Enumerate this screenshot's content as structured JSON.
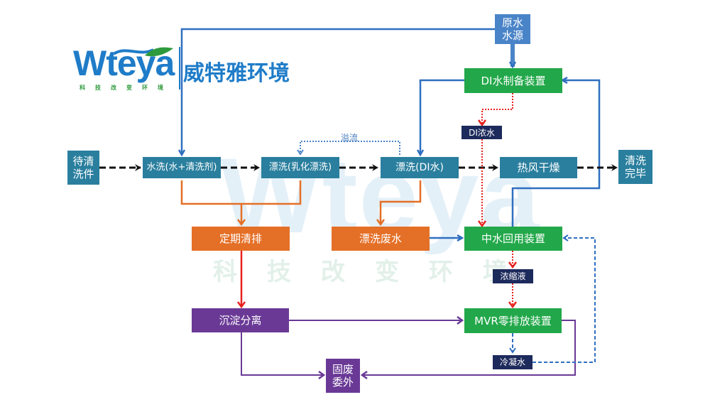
{
  "brand": {
    "logo_text": "Wteya",
    "logo_slogan": "科技改变环境",
    "company_name": "威特雅环境",
    "colors": {
      "logo_blue": "#1f7cc8",
      "logo_green": "#2e9a3c"
    }
  },
  "watermark": {
    "text": "Wteya",
    "slogan": "科技改变环境"
  },
  "nodes": {
    "raw_water": "原水\n水源",
    "di_prep": "DI水制备装置",
    "to_clean": "待清\n洗件",
    "wash": "水洗(水+清洗剂)",
    "rinse_emulsion": "漂洗(乳化漂洗)",
    "rinse_di": "漂洗(DI水)",
    "hot_air_dry": "热风干燥",
    "clean_done": "清洗\n完毕",
    "di_concentrate": "DI浓水",
    "periodic_drain": "定期清排",
    "rinse_wastewater": "漂洗废水",
    "reclaim": "中水回用装置",
    "concentrate": "浓缩液",
    "sedimentation": "沉淀分离",
    "mvr": "MVR零排放装置",
    "condensate": "冷凝水",
    "solid_waste": "固废\n委外"
  },
  "labels": {
    "overflow": "溢流"
  },
  "colors": {
    "process_teal": "#2a7f9e",
    "device_green": "#22a84a",
    "drain_orange": "#e46f26",
    "waste_purple": "#6a3996",
    "source_blue": "#4a84c8",
    "tag_navy": "#1d2a5c",
    "flow_blue": "#2f6fc0",
    "flow_red": "#e8211d",
    "flow_black": "#111111"
  }
}
